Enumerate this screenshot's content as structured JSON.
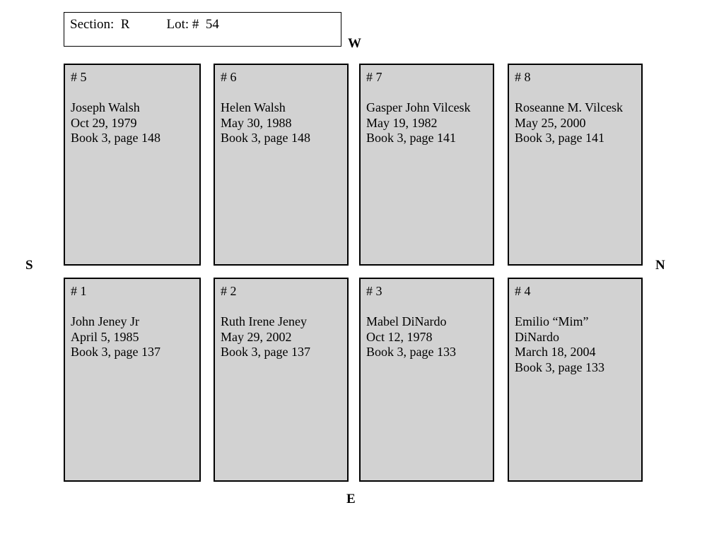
{
  "header": {
    "section_label": "Section:",
    "section_value": "R",
    "lot_label": "Lot:",
    "lot_value": "#  54"
  },
  "compass": {
    "west": "W",
    "north": "N",
    "south": "S",
    "east": "E"
  },
  "plots": [
    {
      "number": "# 5",
      "name": "Joseph Walsh",
      "name2": "",
      "date": "Oct 29, 1979",
      "reference": "Book 3, page 148"
    },
    {
      "number": "# 6",
      "name": "Helen Walsh",
      "name2": "",
      "date": "May 30, 1988",
      "reference": "Book 3, page 148"
    },
    {
      "number": "# 7",
      "name": "Gasper John Vilcesk",
      "name2": "",
      "date": "May 19, 1982",
      "reference": "Book 3, page 141"
    },
    {
      "number": "# 8",
      "name": "Roseanne M. Vilcesk",
      "name2": "",
      "date": "May 25, 2000",
      "reference": "Book 3, page 141"
    },
    {
      "number": "# 1",
      "name": "John Jeney Jr",
      "name2": "",
      "date": "April 5, 1985",
      "reference": "Book 3, page 137"
    },
    {
      "number": "# 2",
      "name": "Ruth Irene Jeney",
      "name2": "",
      "date": "May 29, 2002",
      "reference": "Book 3, page 137"
    },
    {
      "number": "# 3",
      "name": "Mabel DiNardo",
      "name2": "",
      "date": "Oct 12, 1978",
      "reference": "Book 3, page 133"
    },
    {
      "number": "# 4",
      "name": "Emilio “Mim”",
      "name2": "DiNardo",
      "date": "March 18, 2004",
      "reference": "Book 3, page 133"
    }
  ]
}
